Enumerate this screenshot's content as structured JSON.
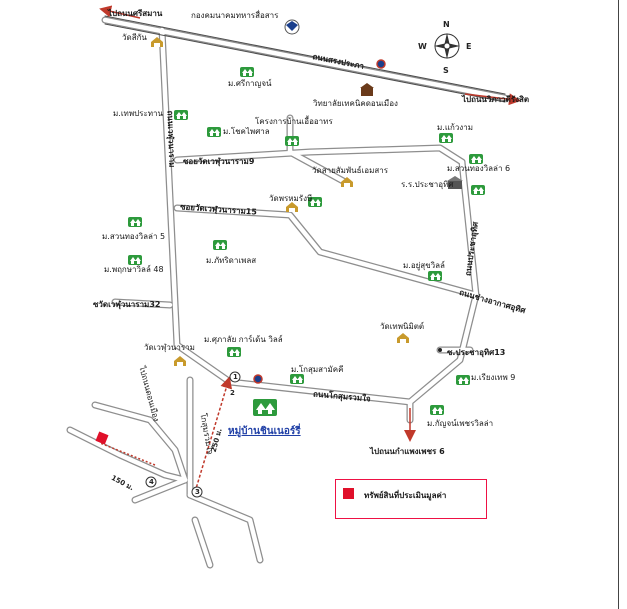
{
  "directions": {
    "to_srisaman": "ไปถนนศรีสมาน",
    "to_wiphawadi": "ไปถนนวิภาวดีรังสิต",
    "to_kamphaeng_phet6": "ไปถนนกำแพงเพชร 6"
  },
  "compass": {
    "n": "N",
    "s": "S",
    "e": "E",
    "w": "W"
  },
  "roads": {
    "songprapa": "ถนนสรงประภา",
    "wat_wetchuwanaram_9": "ซอยวัดเวฬุวนาราม9",
    "wat_wetchuwanaram_15": "ซอยวัดเวฬุวนาราม15",
    "wetchuwanaram_32": "ซวัดเวฬุวนาราม32",
    "chang_akat_uthit": "ถนนช่างอากาศอุทิศ",
    "khosumruamjai": "ถนนโกสุมรวมใจ",
    "prachauthit13": "ซ.ประชาอุทิศ13",
    "left_vertical": "ถนนเวฬุวนาราม",
    "right_vertical": "ถนนประชาอุทิศ",
    "to_don_mueang": "ไปถนนดอนเมือง",
    "khosum_soi": "โกสุมรวมใจ"
  },
  "places": {
    "signal_dept": "กองคมนาคมทหารสื่อสาร",
    "wat_sikan": "วัดสีกัน",
    "m_srikanjana": "ม.ศรีกาญจน์",
    "donmueang_tech": "วิทยาลัยเทคนิคดอนเมือง",
    "m_thepprathan": "ม.เทพประทาน",
    "m_chokphaisan": "ม.โชคไพศาล",
    "ban_ua_athon": "โครงการบ้านเอื้ออาทร",
    "m_kaew_ngam": "ม.แก้วงาม",
    "wat_saisamphan": "วัดสายสัมพันธ์เอมสาร",
    "m_suanthong6": "ม.สวนทองวิลล่า 6",
    "rr_prachauthit": "ร.ร.ประชาอุทิศ",
    "wat_phrom_rangsi": "วัดพรหมรังษี",
    "m_suanthong5": "ม.สวนทองวิลล่า 5",
    "m_phatthra_place": "ม.ภัทริดาเพลส",
    "m_phruksa48": "ม.พฤกษาวิลล์ 48",
    "m_yusuk": "ม.อยู่สุขวิลล์",
    "wat_theph_nimit": "วัดเทพนิมิตต์",
    "wat_wetchuwanaram": "วัดเวฬุวนาราม",
    "m_supalai": "ม.ศุภาลัย การ์เด้น วิลล์",
    "m_khosum_sami": "ม.โกสุมสามัคคี",
    "m_riangthep9": "ม.เรียงเทพ 9",
    "m_kanyaphet": "ม.กัญจน์เพชรวิลล่า",
    "featured": "หมู่บ้านชินเนอร์รี่"
  },
  "distances": {
    "d1": "250 ม.",
    "d2": "150 ม."
  },
  "markers": {
    "m1": "1",
    "m2": "2",
    "m3": "3",
    "m4": "4"
  },
  "legend": {
    "label": "ทรัพย์สินที่ประเมินมูลค่า"
  },
  "colors": {
    "road": "#8e8e8e",
    "road_fill": "#ffffff",
    "arrow": "#c0392b",
    "building": "#2d9a3c",
    "temple": "#c89a2c",
    "featured_text": "#1f3fa6",
    "property": "#e0102a"
  },
  "icons": {
    "house": "house-icon",
    "temple": "temple-icon",
    "school": "school-icon",
    "military": "military-emblem-icon",
    "compass": "compass-rose-icon"
  }
}
